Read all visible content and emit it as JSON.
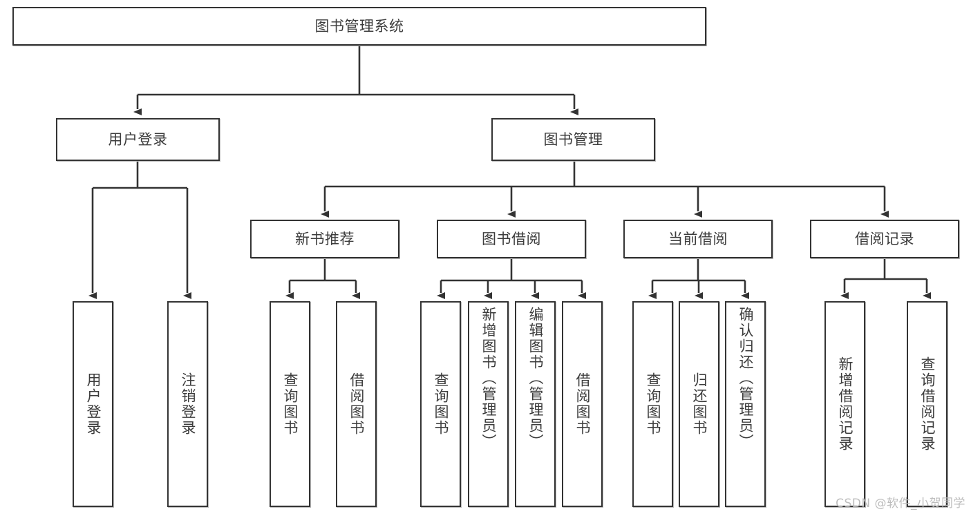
{
  "diagram": {
    "title": "图书管理系统",
    "type": "tree-hierarchy-diagram",
    "colors": {
      "box_border": "#333333",
      "box_fill": "#ffffff",
      "connector": "#333333",
      "text": "#3c3c3c",
      "watermark": "#bdbdbd",
      "background": "#ffffff"
    },
    "watermark": "CSDN @软件_小贺同学",
    "levels": [
      {
        "level": 1,
        "nodes": [
          {
            "id": "root",
            "label": "图书管理系统"
          }
        ]
      },
      {
        "level": 2,
        "nodes": [
          {
            "id": "user-login",
            "label": "用户登录",
            "parent": "root"
          },
          {
            "id": "book-manage",
            "label": "图书管理",
            "parent": "root"
          }
        ]
      },
      {
        "level": 3,
        "nodes": [
          {
            "id": "new-book-rec",
            "label": "新书推荐",
            "parent": "book-manage"
          },
          {
            "id": "book-borrow",
            "label": "图书借阅",
            "parent": "book-manage"
          },
          {
            "id": "current-borrow",
            "label": "当前借阅",
            "parent": "book-manage"
          },
          {
            "id": "borrow-record",
            "label": "借阅记录",
            "parent": "book-manage"
          }
        ]
      },
      {
        "level": 4,
        "nodes": [
          {
            "id": "leaf-user-login",
            "label": "用户登录",
            "parent": "user-login"
          },
          {
            "id": "leaf-logout",
            "label": "注销登录",
            "parent": "user-login"
          },
          {
            "id": "leaf-query-book-1",
            "label": "查询图书",
            "parent": "new-book-rec"
          },
          {
            "id": "leaf-borrow-book-1",
            "label": "借阅图书",
            "parent": "new-book-rec"
          },
          {
            "id": "leaf-query-book-2",
            "label": "查询图书",
            "parent": "book-borrow"
          },
          {
            "id": "leaf-add-book",
            "label": "新增图书（管理员）",
            "parent": "book-borrow"
          },
          {
            "id": "leaf-edit-book",
            "label": "编辑图书（管理员）",
            "parent": "book-borrow"
          },
          {
            "id": "leaf-borrow-book-2",
            "label": "借阅图书",
            "parent": "book-borrow"
          },
          {
            "id": "leaf-query-book-3",
            "label": "查询图书",
            "parent": "current-borrow"
          },
          {
            "id": "leaf-return-book",
            "label": "归还图书",
            "parent": "current-borrow"
          },
          {
            "id": "leaf-confirm-return",
            "label": "确认归还（管理员）",
            "parent": "current-borrow"
          },
          {
            "id": "leaf-add-record",
            "label": "新增借阅记录",
            "parent": "borrow-record"
          },
          {
            "id": "leaf-query-record",
            "label": "查询借阅记录",
            "parent": "borrow-record"
          }
        ]
      }
    ]
  }
}
